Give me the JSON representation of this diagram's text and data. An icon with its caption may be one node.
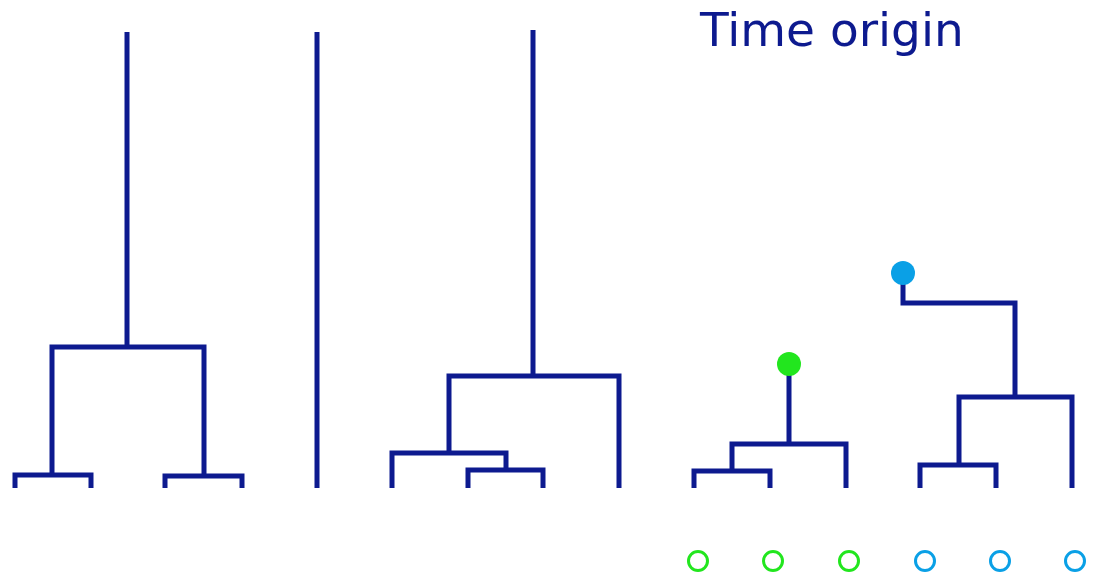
{
  "diagram": {
    "title": "Time origin",
    "nodes": [
      {
        "text": [],
        "shape": "circle"
      },
      {
        "text": [],
        "shape": "circle"
      },
      {
        "text": [],
        "shape": "circle"
      },
      {
        "text": [],
        "shape": "circle"
      },
      {
        "text": [],
        "shape": "circle"
      },
      {
        "text": [],
        "shape": "circle"
      },
      {
        "text": [],
        "shape": "circle"
      },
      {
        "text": [],
        "shape": "circle"
      }
    ]
  }
}
